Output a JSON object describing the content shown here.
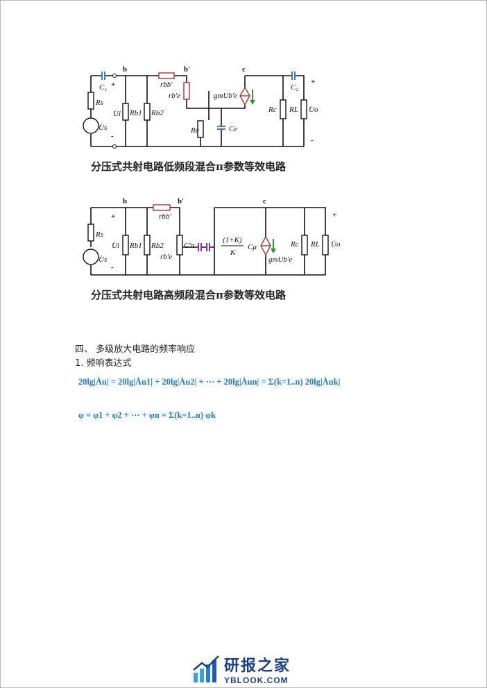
{
  "circuit1": {
    "caption": "分压式共射电路低频段混合π参数等效电路",
    "nodes": {
      "b": "b",
      "bp": "b′",
      "c": "c"
    },
    "labels": {
      "C1": "C₁",
      "Rs": "Rs",
      "Ui": "U̇i",
      "Us": "U̇s",
      "Rb1": "Rb1",
      "Rb2": "Rb2",
      "rbb": "rbb′",
      "rbe": "rb′e",
      "Re": "Re",
      "Ce": "Ce",
      "gm": "gmUb′e",
      "Rc": "Rc",
      "RL": "RL",
      "Uo": "U̇o",
      "C2": "C₂",
      "plus": "+",
      "minus": "-"
    }
  },
  "circuit2": {
    "caption": "分压式共射电路高频段混合π参数等效电路",
    "nodes": {
      "b": "b",
      "bp": "b′",
      "c": "c"
    },
    "labels": {
      "Rs": "Rs",
      "Ui": "U̇i",
      "Us": "U̇s",
      "Rb1": "Rb1",
      "Rb2": "Rb2",
      "rbb": "rbb′",
      "rbe": "rb′e",
      "Cpi": "C′π",
      "K_num": "(1+K)",
      "K_den": "K",
      "Cmu": "Cμ",
      "gm": "gmUb′e",
      "Rc": "Rc",
      "RL": "RL",
      "Uo": "U̇o",
      "plus": "+",
      "minus": "-"
    }
  },
  "section": {
    "heading": "四、 多级放大电路的频率响应",
    "subheading": "1. 频响表达式",
    "eq1": "20lg|Ȧu| = 20lg|Ȧu1| + 20lg|Ȧu2| + ··· + 20lg|Ȧun| = Σ(k=1..n) 20lg|Ȧuk|",
    "eq2": "φ = φ1 + φ2 + ··· + φn = Σ(k=1..n) φk"
  },
  "watermark": {
    "title": "研报之家",
    "url": "YBLOOK.COM"
  }
}
